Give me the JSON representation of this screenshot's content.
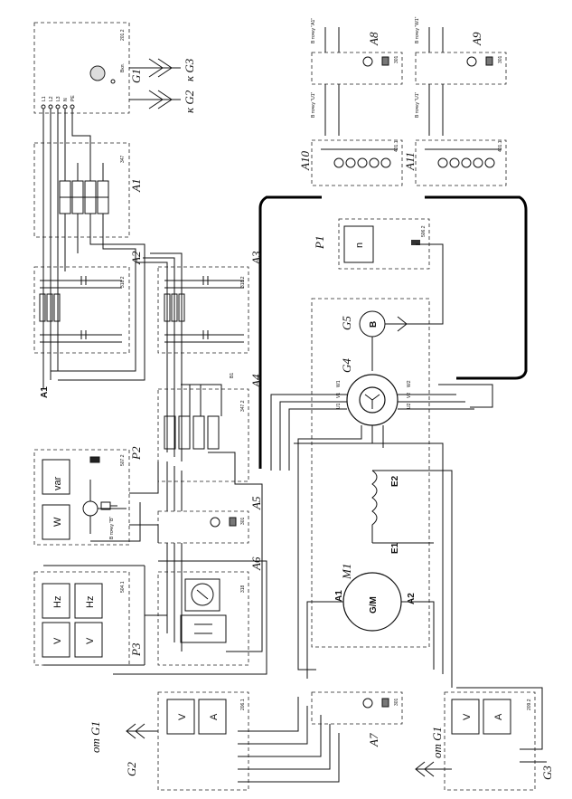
{
  "blocks": {
    "g1": {
      "label": "G1",
      "code": "201.2",
      "terms": [
        "L1",
        "L2",
        "L3",
        "N",
        "PE"
      ],
      "switch": "Вкл."
    },
    "a1": {
      "label": "A1",
      "code": "347"
    },
    "a2": {
      "label": "A2",
      "code": "318.2"
    },
    "a3": {
      "label": "A3",
      "code": "318.2"
    },
    "a4": {
      "label": "A4",
      "code": "347.2"
    },
    "a5": {
      "label": "A5",
      "code": "301"
    },
    "a6": {
      "label": "A6",
      "code": "318"
    },
    "a7": {
      "label": "A7",
      "code": "301"
    },
    "a8": {
      "label": "A8",
      "code": "301",
      "top_text": "В точку \"А1\"",
      "bottom_text": "В точку \"U1\""
    },
    "a9": {
      "label": "A9",
      "code": "301",
      "top_text": "В точку \"W1\"",
      "bottom_text": "В точку \"U1\""
    },
    "a10": {
      "label": "A10",
      "code": "401.1"
    },
    "a11": {
      "label": "A11",
      "code": "401.1"
    },
    "p1": {
      "label": "P1",
      "code": "506.2",
      "display": "n"
    },
    "p2": {
      "label": "P2",
      "code": "507.2",
      "displays": [
        "var",
        "W"
      ],
      "note": "В точку \"B\""
    },
    "p3": {
      "label": "P3",
      "code": "504.1",
      "displays": [
        "Hz",
        "V",
        "Hz",
        "V"
      ]
    },
    "g2": {
      "label": "G2",
      "code": "206.1",
      "displays": [
        "V",
        "A"
      ],
      "from": "от G1"
    },
    "g3": {
      "label": "G3",
      "code": "209.2",
      "displays": [
        "V",
        "A"
      ],
      "from": "от G1"
    },
    "g4": {
      "label": "G4",
      "terms": [
        "U1",
        "V1",
        "W1",
        "U2",
        "V2",
        "W2"
      ]
    },
    "g5": {
      "label": "G5",
      "symbol": "B"
    },
    "m1": {
      "label": "M1",
      "symbol": "G/M",
      "a1": "A1",
      "a2": "A2",
      "e1": "E1",
      "e2": "E2"
    }
  },
  "arrows": {
    "to_g2": "к G2",
    "to_g3": "к G3"
  },
  "point_a1": "A1",
  "point_b1": "B1"
}
